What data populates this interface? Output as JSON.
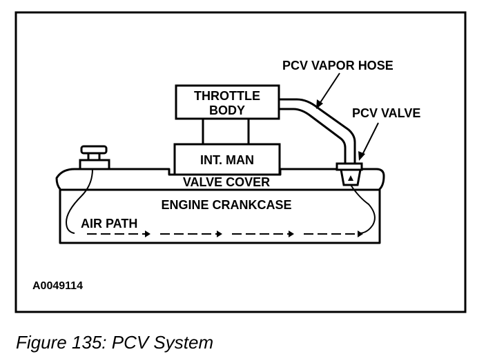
{
  "labels": {
    "throttle_body_line1": "THROTTLE",
    "throttle_body_line2": "BODY",
    "int_man": "INT. MAN",
    "valve_cover": "VALVE COVER",
    "engine_crankcase": "ENGINE CRANKCASE",
    "air_path": "AIR PATH",
    "pcv_vapor_hose": "PCV VAPOR HOSE",
    "pcv_valve": "PCV VALVE",
    "figure_id": "A0049114"
  },
  "caption": "Figure 135: PCV System",
  "colors": {
    "ink": "#000000",
    "paper": "#ffffff"
  }
}
